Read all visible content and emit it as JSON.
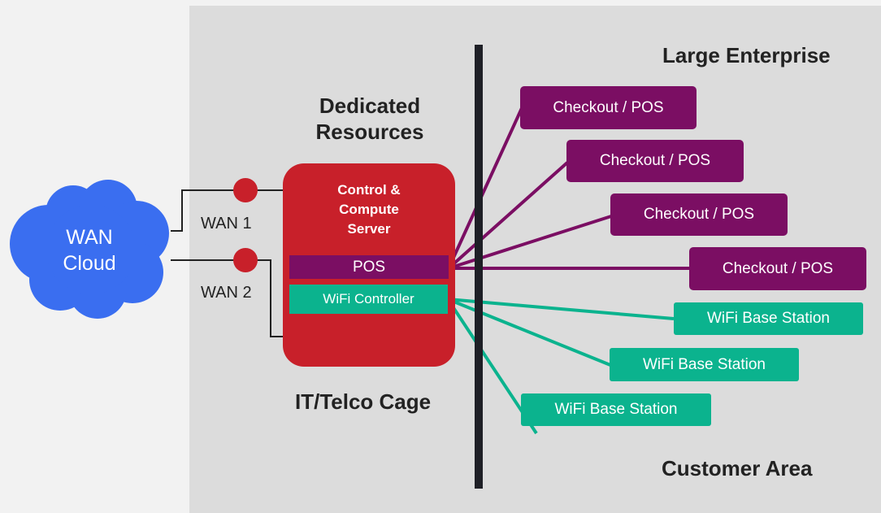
{
  "cloud": {
    "label_line1": "WAN",
    "label_line2": "Cloud"
  },
  "links": {
    "wan1": "WAN 1",
    "wan2": "WAN 2"
  },
  "headings": {
    "dedicated_line1": "Dedicated",
    "dedicated_line2": "Resources",
    "cage": "IT/Telco Cage",
    "large_enterprise": "Large Enterprise",
    "customer_area": "Customer Area"
  },
  "server": {
    "title_line1": "Control &",
    "title_line2": "Compute",
    "title_line3": "Server",
    "pos": "POS",
    "wifi": "WiFi Controller"
  },
  "pos_terminals": [
    "Checkout / POS",
    "Checkout / POS",
    "Checkout / POS",
    "Checkout / POS"
  ],
  "wifi_stations": [
    "WiFi Base Station",
    "WiFi Base Station",
    "WiFi Base Station"
  ],
  "colors": {
    "pos": "#7b0e63",
    "wifi": "#0bb38e",
    "server": "#c8202a",
    "cloud": "#3a6ef0",
    "divider": "#1e1f26"
  }
}
